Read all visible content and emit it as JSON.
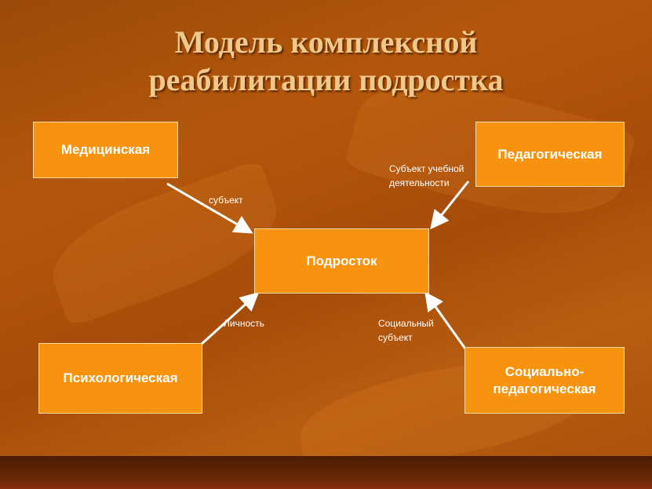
{
  "title": [
    "Модель комплексной",
    "реабилитации подростка"
  ],
  "boxes": {
    "medical": "Медицинская",
    "pedagogical": "Педагогическая",
    "center": "Подросток",
    "psychological": "Психологическая",
    "social_ped": "Социально-педагогическая"
  },
  "labels": {
    "subject": "субъект",
    "learning_subject": [
      "Субъект учебной",
      "деятельности"
    ],
    "personality": "Личность",
    "social_subject": [
      "Социальный",
      "субъект"
    ]
  }
}
